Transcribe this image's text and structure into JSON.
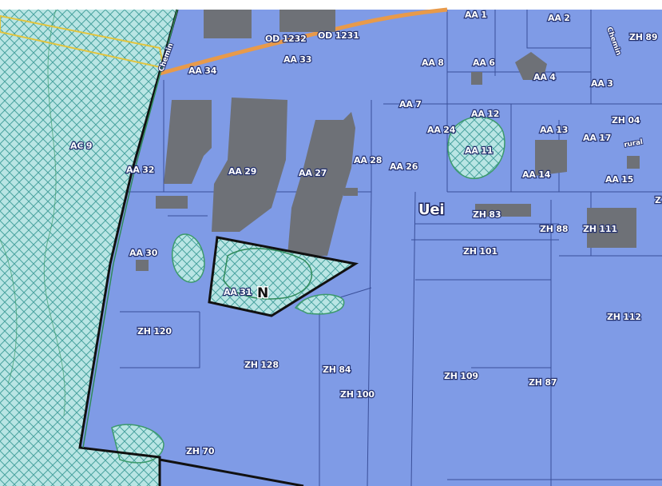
{
  "map": {
    "zones": {
      "ue": "Uei",
      "natural": "N"
    },
    "roads": {
      "chemin_left": "Chemin",
      "chemin_right": "Chemin",
      "rural": "rural"
    },
    "parcels": {
      "aa1": "AA 1",
      "aa2": "AA 2",
      "zh89": "ZH 89",
      "od1232": "OD 1232",
      "od1231": "OD 1231",
      "aa33": "AA 33",
      "aa34": "AA 34",
      "aa8": "AA 8",
      "aa6": "AA 6",
      "aa4": "AA 4",
      "aa3": "AA 3",
      "aa7": "AA 7",
      "aa12": "AA 12",
      "aa24": "AA 24",
      "aa13": "AA 13",
      "zh04": "ZH 04",
      "aa17": "AA 17",
      "ac9": "AC 9",
      "aa11": "AA 11",
      "aa32": "AA 32",
      "aa29": "AA 29",
      "aa27": "AA 27",
      "aa28": "AA 28",
      "aa26": "AA 26",
      "aa14": "AA 14",
      "aa15": "AA 15",
      "zh83": "ZH 83",
      "zh88": "ZH 88",
      "zh111": "ZH 111",
      "aa30": "AA 30",
      "zh101": "ZH 101",
      "aa31": "AA 31",
      "zh112": "ZH 112",
      "zh120": "ZH 120",
      "zh128": "ZH 128",
      "zh84": "ZH 84",
      "zh100": "ZH 100",
      "zh109": "ZH 109",
      "zh87": "ZH 87",
      "zh70": "ZH 70",
      "z_edge": "Z"
    },
    "colors": {
      "urban_zone": "#7f9be6",
      "natural_zone": "#b6e3e2",
      "hatch": "#4aa3a0",
      "building": "#6e7177",
      "road": "#e89a4a",
      "boundary": "#111111",
      "parcel_line": "#3a4f99"
    }
  }
}
